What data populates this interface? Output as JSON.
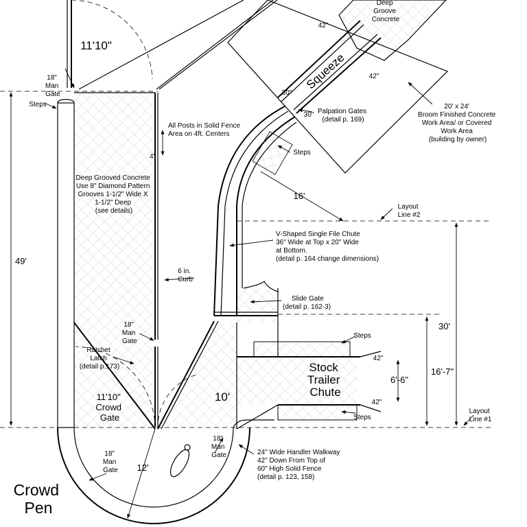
{
  "labels": {
    "deep_groove_top": [
      "Deep",
      "Groove",
      "Concrete"
    ],
    "squeeze": "Squeeze",
    "work_area": [
      "20' x 24'",
      "Broom Finished Concrete",
      "Work Area/ or Covered",
      "Work Area",
      "(building by owner)"
    ],
    "palpation": [
      "Palpation Gates",
      "(detail p. 169)"
    ],
    "steps": "Steps",
    "steps_left": "Steps",
    "posts": [
      "All Posts in Solid Fence",
      "Area on 4ft. Centers"
    ],
    "deep_grooved": [
      "Deep Grooved Concrete",
      "Use 8\" Diamond Pattern",
      "Grooves 1-1/2\" Wide X",
      "1-1/2\" Deep",
      "(see details)"
    ],
    "layout2": [
      "Layout",
      "Line #2"
    ],
    "layout1": [
      "Layout",
      "Line #1"
    ],
    "vchute": [
      "V-Shaped Single File Chute",
      "36\" Wide at Top x 20\" Wide",
      "at Bottom.",
      "(detail p. 164 change dimensions)"
    ],
    "curb": [
      "6 in.",
      "Curb"
    ],
    "slide_gate": [
      "Slide Gate",
      "(detail p. 162-3)"
    ],
    "man_gate": [
      "18\"",
      "Man",
      "Gate"
    ],
    "ratchet": [
      "Ratchet",
      "Latch",
      "(detail p.173)"
    ],
    "crowd_gate": [
      "11'10\"",
      "Crowd",
      "Gate"
    ],
    "stock_trailer": [
      "Stock",
      "Trailer",
      "Chute"
    ],
    "walkway": [
      "24\" Wide Handler Walkway",
      "42\" Down From Top of",
      "60\" High Solid Fence",
      "(detail p. 123, 158)"
    ],
    "crowd_pen": [
      "Crowd",
      "Pen"
    ]
  },
  "dimensions": {
    "d_11_10": "11'10\"",
    "d_49": "49'",
    "d_30": "30'",
    "d_16": "16'",
    "d_16_7": "16'-7\"",
    "d_6_6": "6'-6\"",
    "d_10": "10'",
    "d_12": "12'",
    "d_4": "4'",
    "d_42": "42\"",
    "d_30in": "30\""
  }
}
